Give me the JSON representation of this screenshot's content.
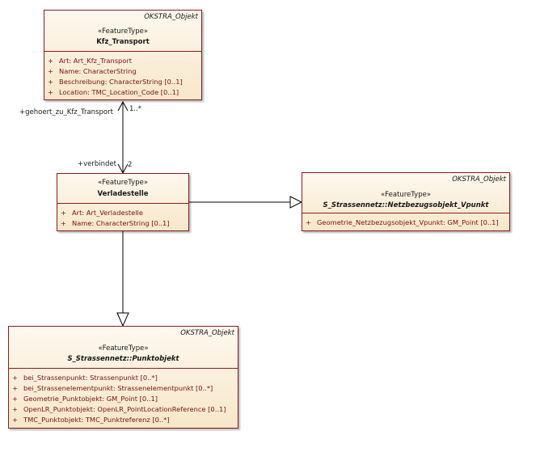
{
  "classes": {
    "kfz_transport": {
      "parent": "OKSTRA_Objekt",
      "stereotype": "«FeatureType»",
      "name": "Kfz_Transport",
      "attributes": [
        {
          "vis": "+",
          "text": "Art: Art_Kfz_Transport"
        },
        {
          "vis": "+",
          "text": "Name: CharacterString"
        },
        {
          "vis": "+",
          "text": "Beschreibung: CharacterString [0..1]"
        },
        {
          "vis": "+",
          "text": "Location: TMC_Location_Code [0..1]"
        }
      ]
    },
    "verladestelle": {
      "stereotype": "«FeatureType»",
      "name": "Verladestelle",
      "attributes": [
        {
          "vis": "+",
          "text": "Art: Art_Verladestelle"
        },
        {
          "vis": "+",
          "text": "Name: CharacterString [0..1]"
        }
      ]
    },
    "netzbezugsobjekt_vpunkt": {
      "parent": "OKSTRA_Objekt",
      "stereotype": "«FeatureType»",
      "name": "S_Strassennetz::Netzbezugsobjekt_Vpunkt",
      "attributes": [
        {
          "vis": "+",
          "text": "Geometrie_Netzbezugsobjekt_Vpunkt: GM_Point [0..1]"
        }
      ]
    },
    "punktobjekt": {
      "parent": "OKSTRA_Objekt",
      "stereotype": "«FeatureType»",
      "name": "S_Strassennetz::Punktobjekt",
      "attributes": [
        {
          "vis": "+",
          "text": "bei_Strassenpunkt: Strassenpunkt [0..*]"
        },
        {
          "vis": "+",
          "text": "bei_Strassenelementpunkt: Strassenelementpunkt [0..*]"
        },
        {
          "vis": "+",
          "text": "Geometrie_Punktobjekt: GM_Point [0..1]"
        },
        {
          "vis": "+",
          "text": "OpenLR_Punktobjekt: OpenLR_PointLocationReference [0..1]"
        },
        {
          "vis": "+",
          "text": "TMC_Punktobjekt: TMC_Punktreferenz [0..*]"
        }
      ]
    }
  },
  "association": {
    "role_top": "+gehoert_zu_Kfz_Transport",
    "mult_top": "1..*",
    "role_bottom": "+verbindet",
    "mult_bottom": "2"
  },
  "colors": {
    "border": "#8c1c1c",
    "fill_top": "#fdf8ef",
    "fill_bottom": "#f8e7c9",
    "attribute_text": "#7a1010"
  }
}
